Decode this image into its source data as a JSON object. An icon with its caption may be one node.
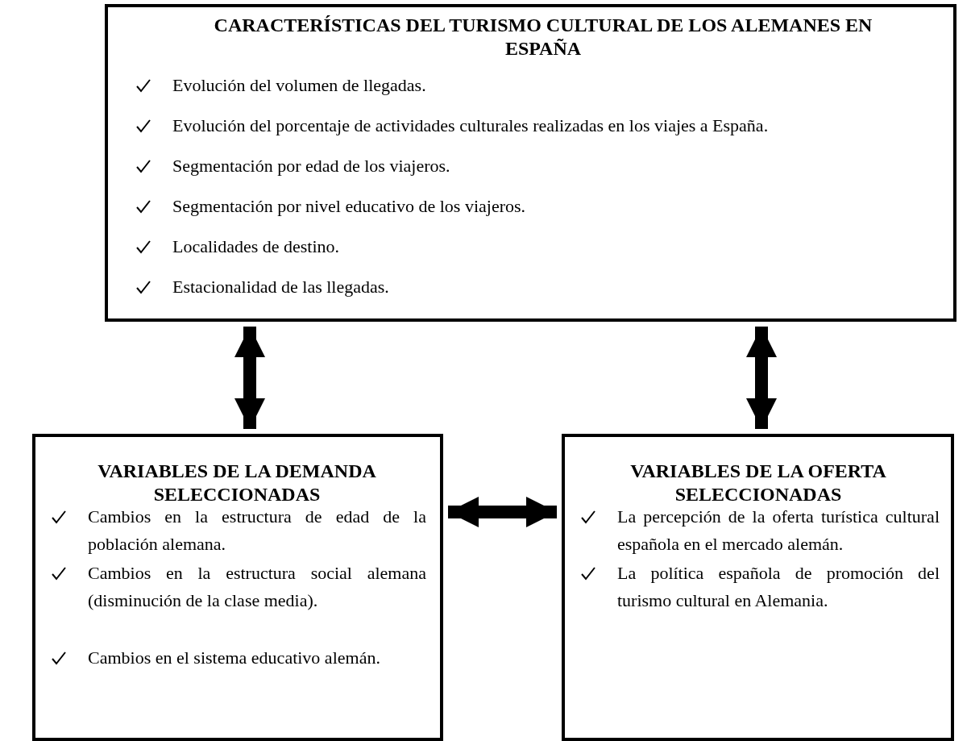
{
  "diagram": {
    "nodes": [
      {
        "text": [
          "CARACTERÍSTICAS DEL TURISMO CULTURAL DE LOS ALEMANES EN ESPAÑA",
          "Evolución del volumen de llegadas.",
          "Evolución del porcentaje de actividades culturales realizadas en los viajes a España.",
          "Segmentación por edad de los viajeros.",
          "Segmentación por nivel educativo de los viajeros.",
          "Localidades de destino.",
          "Estacionalidad de las llegadas."
        ]
      },
      {
        "text": [
          "VARIABLES DE LA DEMANDA SELECCIONADAS",
          "Cambios en la estructura de edad de la población alemana.",
          "Cambios en la estructura social alemana (disminución de la clase media).",
          "Cambios en el sistema educativo alemán."
        ]
      },
      {
        "text": [
          "VARIABLES DE LA OFERTA SELECCIONADAS",
          "La percepción de la oferta turística cultural española en el mercado alemán.",
          "La política española de promoción del turismo cultural en Alemania."
        ]
      }
    ],
    "edges": [
      {
        "from": 0,
        "to": 1,
        "arrow": "both"
      },
      {
        "from": 0,
        "to": 2,
        "arrow": "both"
      },
      {
        "from": 1,
        "to": 2,
        "arrow": "both"
      }
    ]
  }
}
